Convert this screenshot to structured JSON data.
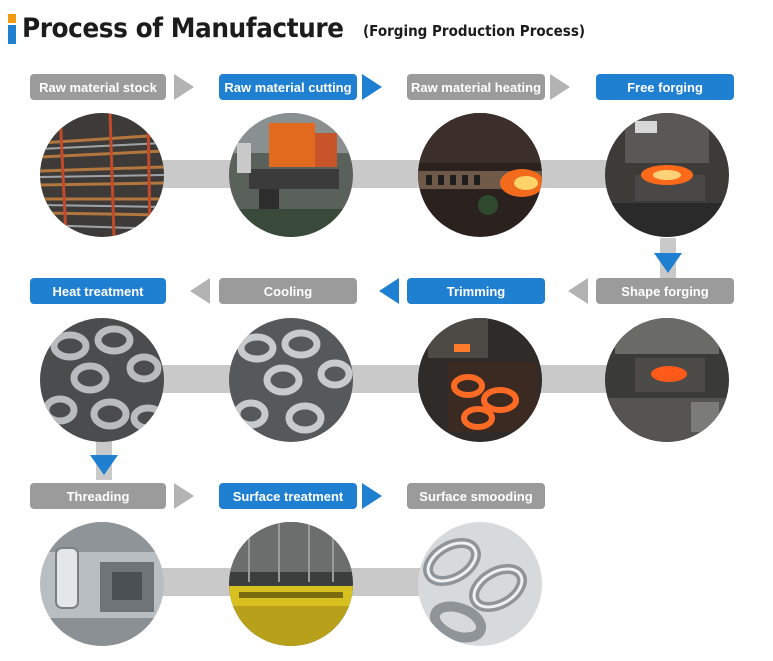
{
  "title": {
    "main": "Process of Manufacture",
    "sub": "(Forging Production Process)",
    "mark_top_color": "#f29a14",
    "mark_bottom_color": "#1f7fd1"
  },
  "colors": {
    "blue": "#1f7fd1",
    "gray_label": "#9b9b9b",
    "band": "#c9c9c9",
    "arrow_gray": "#b3b3b3"
  },
  "steps": [
    {
      "label": "Raw material stock",
      "style": "gray",
      "image": "steel-bar-stock-icon"
    },
    {
      "label": "Raw material cutting",
      "style": "blue",
      "image": "cutting-machine-icon"
    },
    {
      "label": "Raw material heating",
      "style": "gray",
      "image": "heating-furnace-icon"
    },
    {
      "label": "Free forging",
      "style": "blue",
      "image": "free-forging-press-icon"
    },
    {
      "label": "Shape forging",
      "style": "gray",
      "image": "shape-forging-die-icon"
    },
    {
      "label": "Trimming",
      "style": "blue",
      "image": "trimming-hot-parts-icon"
    },
    {
      "label": "Cooling",
      "style": "gray",
      "image": "cooling-links-icon"
    },
    {
      "label": "Heat treatment",
      "style": "blue",
      "image": "heat-treated-links-icon"
    },
    {
      "label": "Threading",
      "style": "gray",
      "image": "threading-machine-icon"
    },
    {
      "label": "Surface treatment",
      "style": "blue",
      "image": "surface-treatment-tank-icon"
    },
    {
      "label": "Surface smooding",
      "style": "gray",
      "image": "polished-chain-icon"
    }
  ]
}
